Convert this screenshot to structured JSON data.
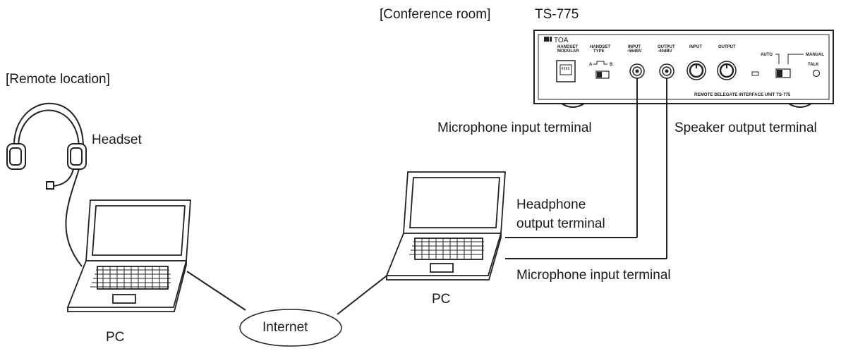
{
  "labels": {
    "conference_room": "[Conference room]",
    "model": "TS-775",
    "remote_location": "[Remote location]",
    "headset": "Headset",
    "mic_input_terminal_unit": "Microphone input terminal",
    "speaker_output_terminal": "Speaker output terminal",
    "headphone_output_line1": "Headphone",
    "headphone_output_line2": "output terminal",
    "mic_input_terminal_pc": "Microphone input terminal",
    "pc_local": "PC",
    "pc_remote": "PC",
    "internet": "Internet"
  },
  "panel": {
    "brand": "TOA",
    "handset_modular_1": "HANDSET",
    "handset_modular_2": "MODULAR",
    "handset_type_1": "HANDSET",
    "handset_type_2": "TYPE",
    "type_a": "A",
    "type_b": "B",
    "input_jack_1": "INPUT",
    "input_jack_2": "-56dBV",
    "output_jack_1": "OUTPUT",
    "output_jack_2": "-40dBV",
    "input_knob": "INPUT",
    "output_knob": "OUTPUT",
    "auto": "AUTO",
    "manual": "MANUAL",
    "talk": "TALK",
    "unit_name": "REMOTE DELEGATE INTERFACE UNIT TS-775"
  }
}
